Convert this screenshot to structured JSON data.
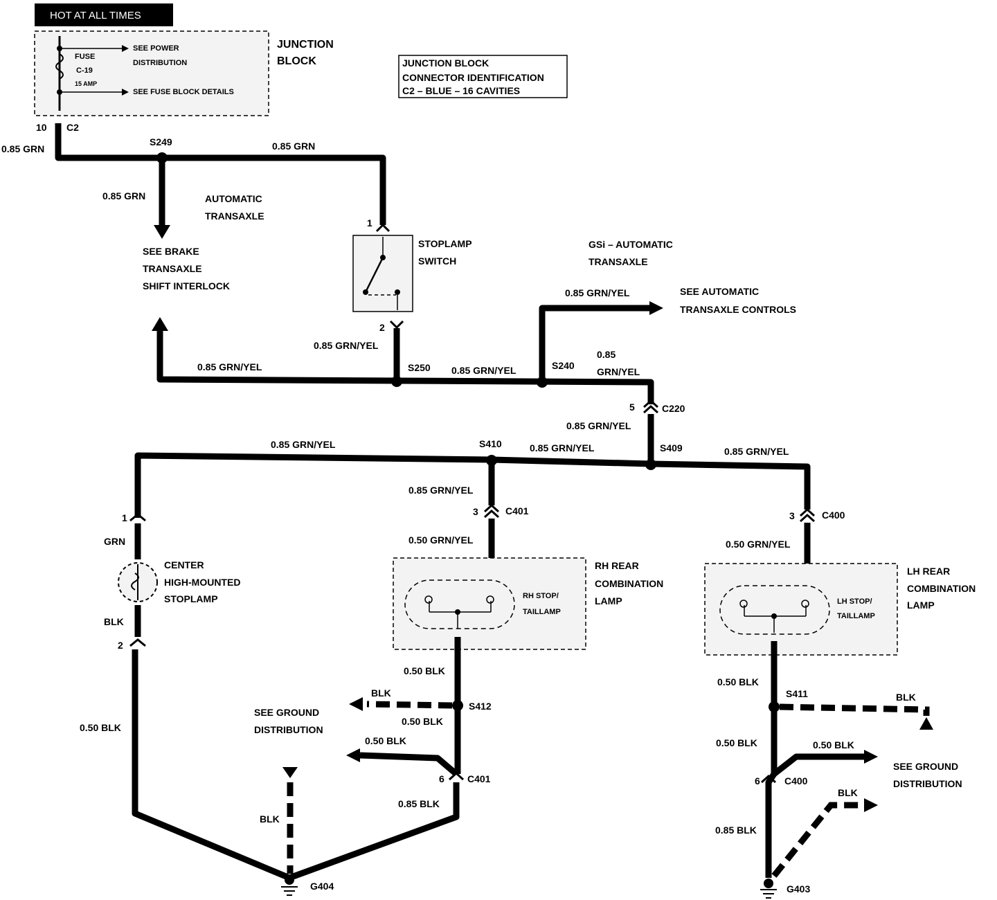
{
  "banner": "HOT AT ALL TIMES",
  "junction_block": {
    "title_line1": "JUNCTION",
    "title_line2": "BLOCK",
    "fuse_line1": "FUSE",
    "fuse_line2": "C-19",
    "fuse_line3": "15 AMP",
    "see_power_1": "SEE POWER",
    "see_power_2": "DISTRIBUTION",
    "see_fuse_block": "SEE FUSE BLOCK DETAILS",
    "connector_pin": "10",
    "connector": "C2"
  },
  "connector_id_box": {
    "line1": "JUNCTION BLOCK",
    "line2": "CONNECTOR IDENTIFICATION",
    "line3": "C2 – BLUE – 16 CAVITIES"
  },
  "wires": {
    "grn_085": "0.85 GRN",
    "grnyel_085": "0.85 GRN/YEL",
    "grnyel_050": "0.50 GRN/YEL",
    "grn": "GRN",
    "blk": "BLK",
    "blk_050": "0.50 BLK",
    "blk_085": "0.85 BLK",
    "num_085": "0.85",
    "grnyel": "GRN/YEL"
  },
  "splices": {
    "s249": "S249",
    "s250": "S250",
    "s240": "S240",
    "s409": "S409",
    "s410": "S410",
    "s412": "S412",
    "s411": "S411"
  },
  "connectors": {
    "c220": "C220",
    "c401": "C401",
    "c400": "C400",
    "pin_1": "1",
    "pin_2": "2",
    "pin_3": "3",
    "pin_5": "5",
    "pin_6": "6"
  },
  "grounds": {
    "g404": "G404",
    "g403": "G403"
  },
  "notes": {
    "auto_transaxle_1": "AUTOMATIC",
    "auto_transaxle_2": "TRANSAXLE",
    "brake_interlock_1": "SEE BRAKE",
    "brake_interlock_2": "TRANSAXLE",
    "brake_interlock_3": "SHIFT INTERLOCK",
    "gsi_1": "GSi –  AUTOMATIC",
    "gsi_2": "TRANSAXLE",
    "see_atc_1": "SEE AUTOMATIC",
    "see_atc_2": "TRANSAXLE CONTROLS",
    "see_ground_1": "SEE GROUND",
    "see_ground_2": "DISTRIBUTION"
  },
  "components": {
    "stoplamp_switch_1": "STOPLAMP",
    "stoplamp_switch_2": "SWITCH",
    "chmsl_1": "CENTER",
    "chmsl_2": "HIGH-MOUNTED",
    "chmsl_3": "STOPLAMP",
    "rh_lamp_1": "RH REAR",
    "rh_lamp_2": "COMBINATION",
    "rh_lamp_3": "LAMP",
    "rh_bulb_1": "RH STOP/",
    "rh_bulb_2": "TAILLAMP",
    "lh_lamp_1": "LH REAR",
    "lh_lamp_2": "COMBINATION",
    "lh_lamp_3": "LAMP",
    "lh_bulb_1": "LH STOP/",
    "lh_bulb_2": "TAILLAMP"
  }
}
